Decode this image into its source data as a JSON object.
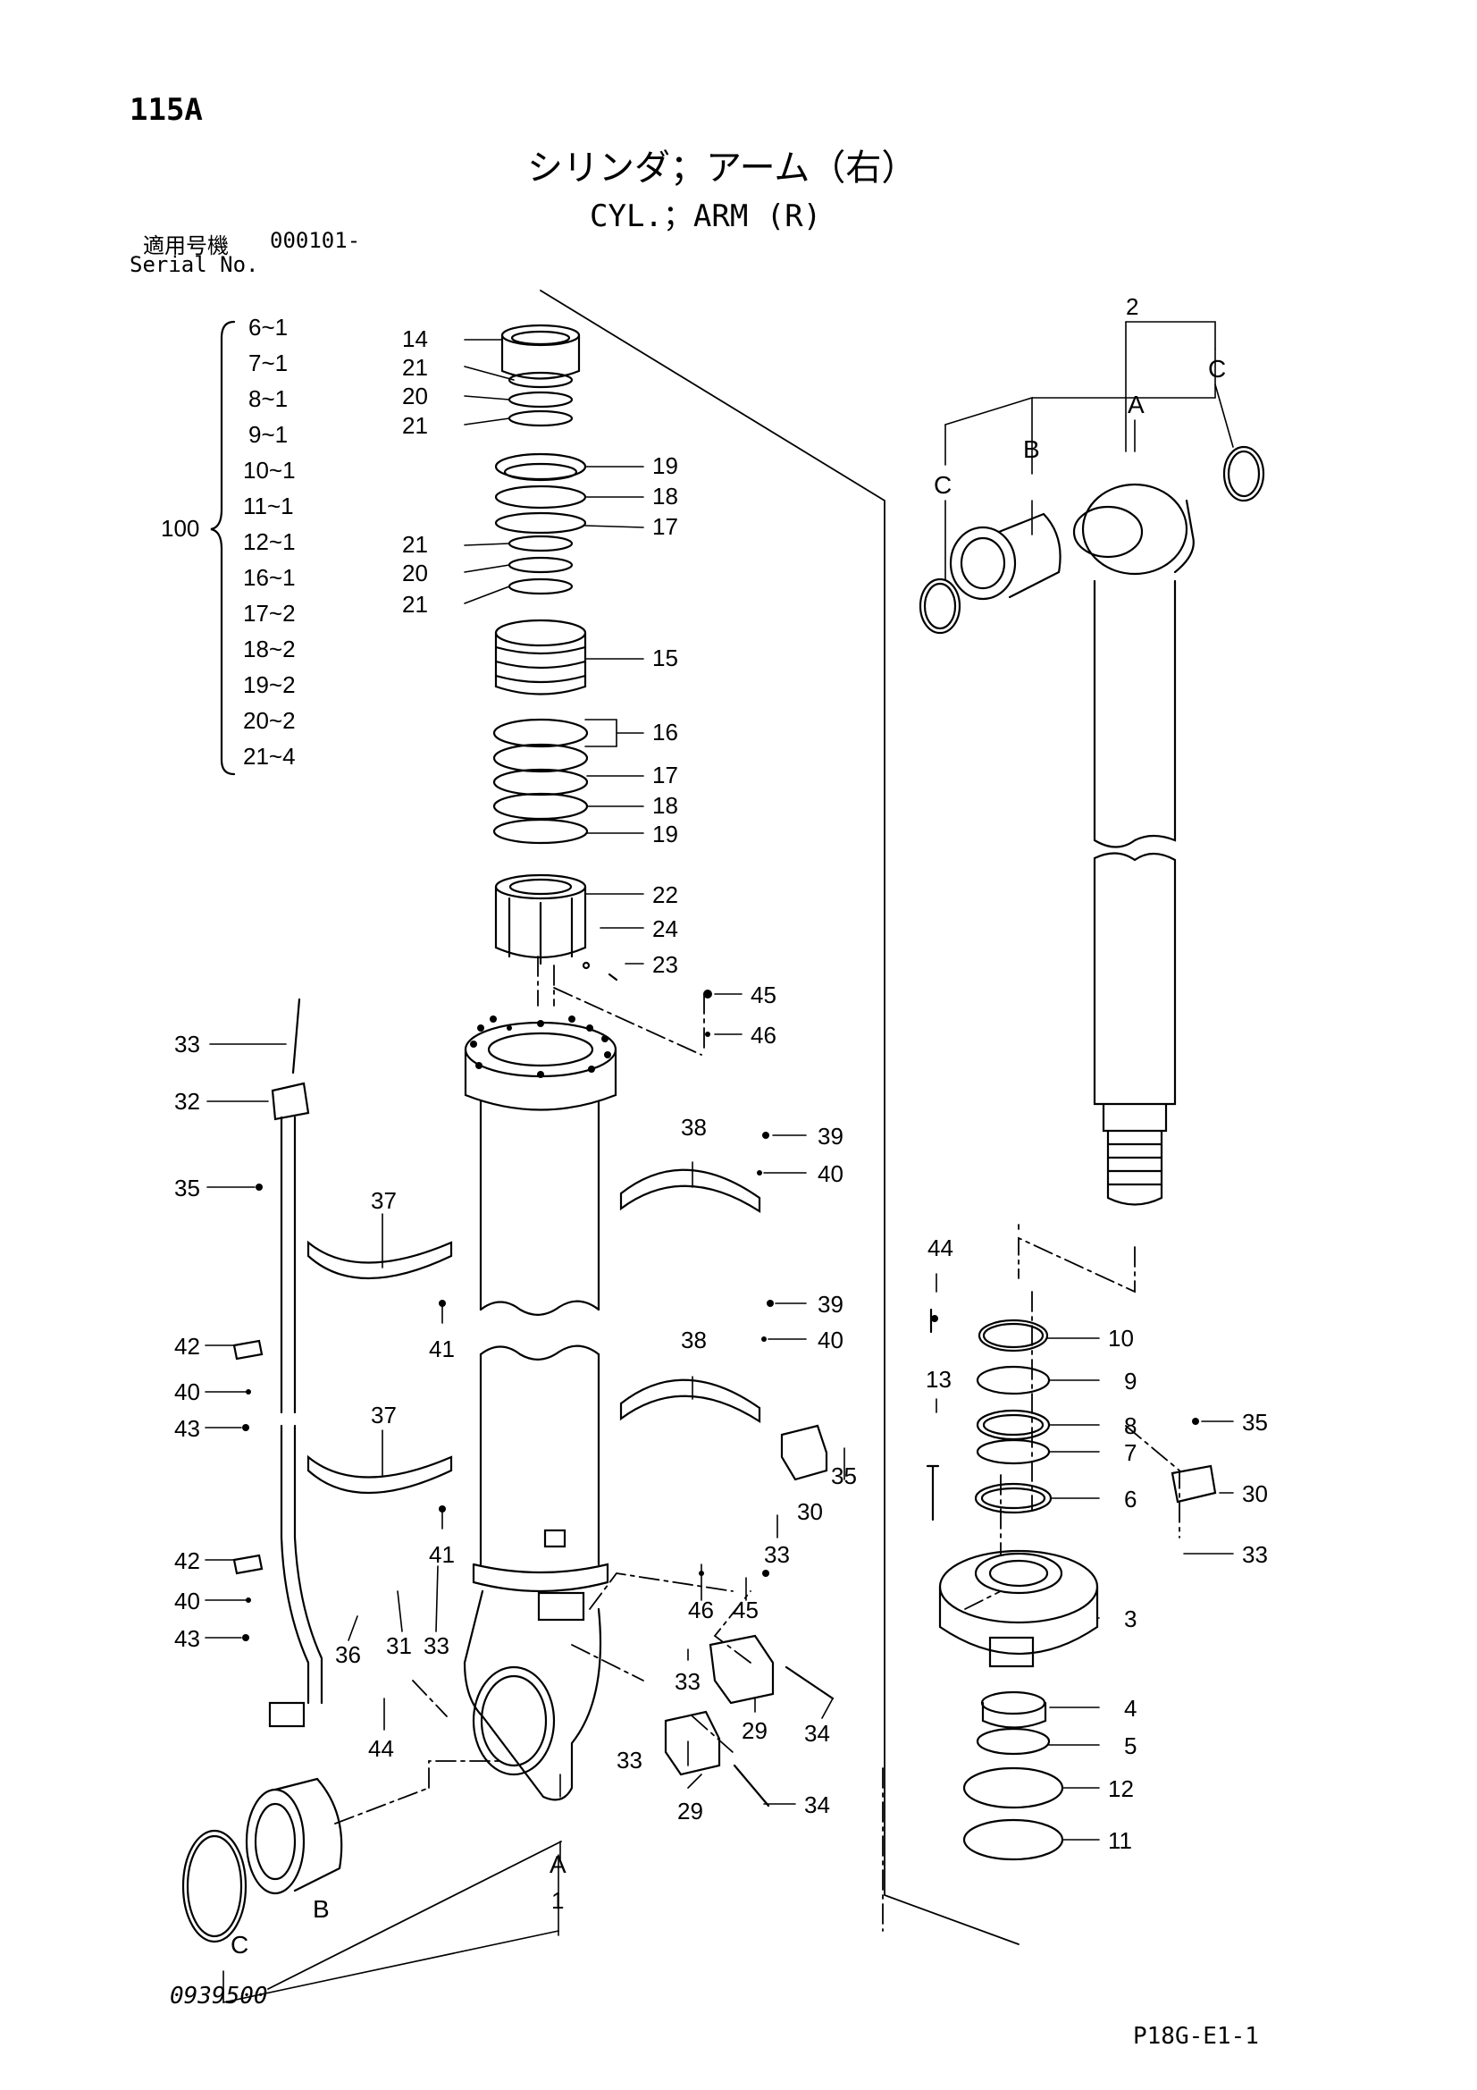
{
  "page_number": "115A",
  "title_ja": "シリンダ；アーム（右）",
  "title_en": "CYL.；ARM (R)",
  "serial_label_ja": "適用号機",
  "serial_value": "000101-",
  "serial_label_en": "Serial No.",
  "kit": {
    "number": "100",
    "items": [
      "6~1",
      "7~1",
      "8~1",
      "9~1",
      "10~1",
      "11~1",
      "12~1",
      "16~1",
      "17~2",
      "18~2",
      "19~2",
      "20~2",
      "21~4"
    ]
  },
  "part_labels": {
    "p1": "1",
    "p2": "2",
    "p3": "3",
    "p4": "4",
    "p5": "5",
    "p6": "6",
    "p7": "7",
    "p8": "8",
    "p9": "9",
    "p10": "10",
    "p11": "11",
    "p12": "12",
    "p13": "13",
    "p14": "14",
    "p15": "15",
    "p16": "16",
    "p17": "17",
    "p18": "18",
    "p19": "19",
    "p20": "20",
    "p21": "21",
    "p22": "22",
    "p23": "23",
    "p24": "24",
    "p29": "29",
    "p30": "30",
    "p31": "31",
    "p32": "32",
    "p33": "33",
    "p34": "34",
    "p35": "35",
    "p36": "36",
    "p37": "37",
    "p38": "38",
    "p39": "39",
    "p40": "40",
    "p41": "41",
    "p42": "42",
    "p43": "43",
    "p44": "44",
    "p45": "45",
    "p46": "46"
  },
  "letters": {
    "a": "A",
    "b": "B",
    "c": "C"
  },
  "drawing_number": "0939500",
  "page_code": "P18G-E1-1"
}
